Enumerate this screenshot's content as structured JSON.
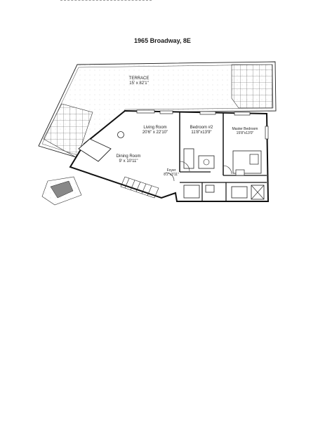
{
  "document": {
    "title": "1965 Broadway, 8E"
  },
  "rooms": {
    "terrace": {
      "name": "TERRACE",
      "dims": "15' x 82'1\""
    },
    "living": {
      "name": "Living Room",
      "dims": "20'6\" x 22'10\""
    },
    "bedroom2": {
      "name": "Bedroom #2",
      "dims": "11'8\"x13'9\""
    },
    "master": {
      "name": "Master Bedroom",
      "dims": "15'8\"x13'0\""
    },
    "dining": {
      "name": "Dining Room",
      "dims": "9' x 10'11\""
    },
    "foyer": {
      "name": "Foyer",
      "dims": "8'2\"x3'11\""
    }
  },
  "colors": {
    "ink": "#222222",
    "hatch": "#555555",
    "paper": "#ffffff"
  }
}
